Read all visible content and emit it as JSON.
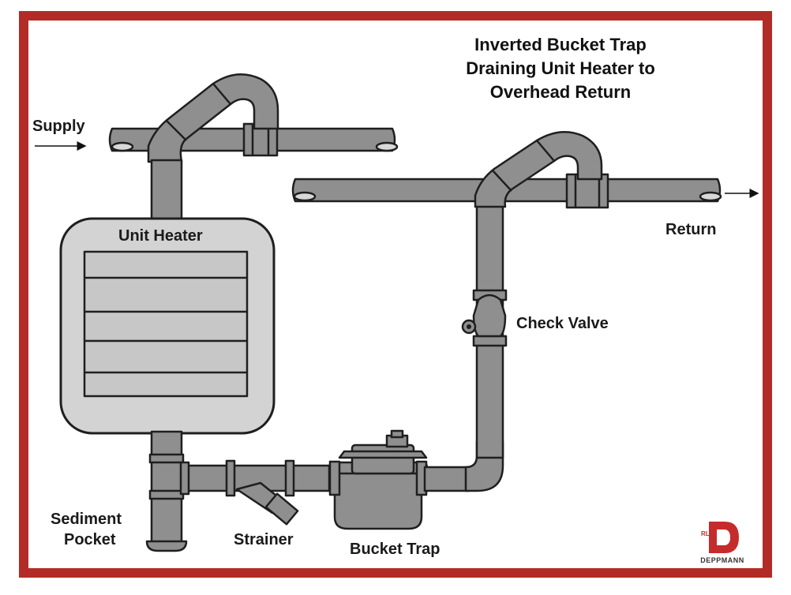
{
  "title": {
    "line1": "Inverted Bucket Trap",
    "line2": "Draining Unit Heater to",
    "line3": "Overhead Return"
  },
  "labels": {
    "supply": "Supply",
    "return": "Return",
    "unit_heater": "Unit Heater",
    "check_valve": "Check Valve",
    "sediment_line1": "Sediment",
    "sediment_line2": "Pocket",
    "strainer": "Strainer",
    "bucket_trap": "Bucket Trap"
  },
  "logo": {
    "brand": "DEPPMANN",
    "mark_letter": "D",
    "mark_small": "RL"
  },
  "colors": {
    "frame": "#b22b26",
    "pipe_fill": "#8f8f8f",
    "pipe_stroke": "#1f1f1f",
    "heater_body": "#d3d3d3",
    "heater_panel": "#c7c7c7",
    "logo_red": "#c62b2b"
  }
}
